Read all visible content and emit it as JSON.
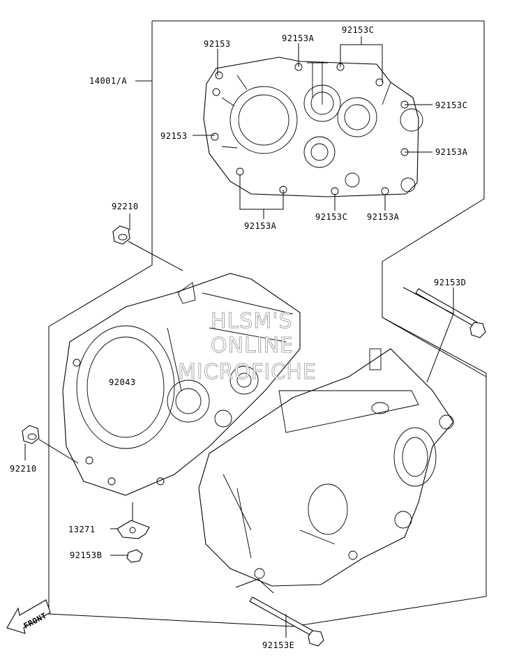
{
  "watermark": [
    "HLSM'S",
    "ONLINE",
    "MICROFICHE"
  ],
  "front_label": "FRONT",
  "callouts": [
    {
      "id": "14001A",
      "text": "14001/A"
    },
    {
      "id": "92153_tl",
      "text": "92153"
    },
    {
      "id": "92153A_top",
      "text": "92153A"
    },
    {
      "id": "92153C_top",
      "text": "92153C"
    },
    {
      "id": "92153C_right",
      "text": "92153C"
    },
    {
      "id": "92153_left",
      "text": "92153"
    },
    {
      "id": "92153A_right",
      "text": "92153A"
    },
    {
      "id": "92153A_bl",
      "text": "92153A"
    },
    {
      "id": "92153C_bot",
      "text": "92153C"
    },
    {
      "id": "92153A_bot",
      "text": "92153A"
    },
    {
      "id": "92210_top",
      "text": "92210"
    },
    {
      "id": "92153D",
      "text": "92153D"
    },
    {
      "id": "92043",
      "text": "92043"
    },
    {
      "id": "92210_left",
      "text": "92210"
    },
    {
      "id": "13271",
      "text": "13271"
    },
    {
      "id": "92153B",
      "text": "92153B"
    },
    {
      "id": "92153E",
      "text": "92153E"
    }
  ]
}
